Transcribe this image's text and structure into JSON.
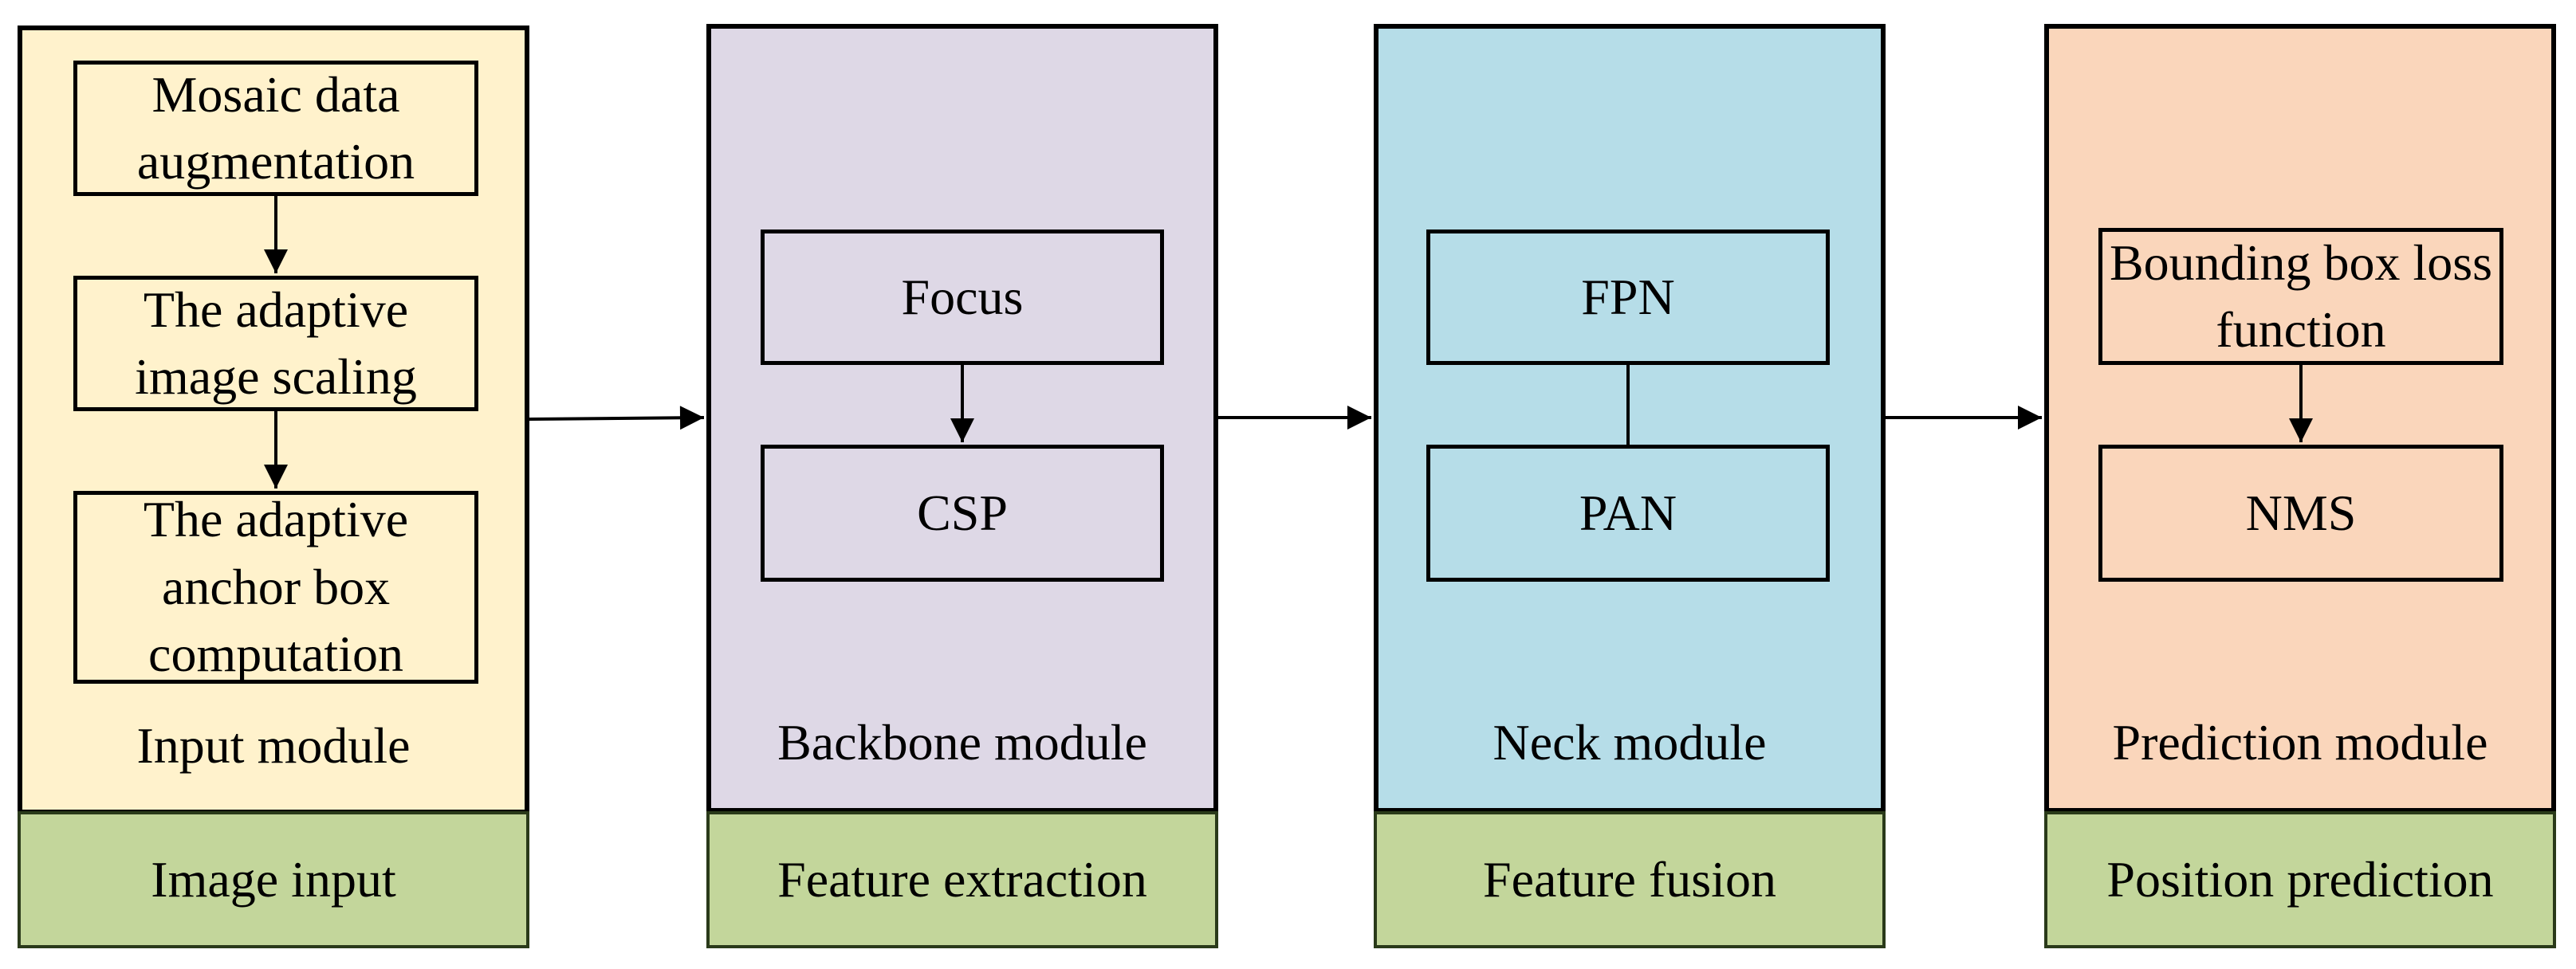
{
  "colors": {
    "input_module": "#fff2cc",
    "backbone_module": "#ded8e6",
    "neck_module": "#b6dde8",
    "prediction_module": "#fad6bb",
    "footer": "#c3d69b"
  },
  "input": {
    "boxes": [
      "Mosaic data augmentation",
      "The adaptive image scaling",
      "The adaptive anchor box computation"
    ],
    "module_label": "Input module",
    "footer": "Image input"
  },
  "backbone": {
    "boxes": [
      "Focus",
      "CSP"
    ],
    "module_label": "Backbone module",
    "footer": "Feature extraction"
  },
  "neck": {
    "boxes": [
      "FPN",
      "PAN"
    ],
    "module_label": "Neck module",
    "footer": "Feature fusion"
  },
  "prediction": {
    "boxes": [
      "Bounding box loss function",
      "NMS"
    ],
    "module_label": "Prediction module",
    "footer": "Position prediction"
  }
}
